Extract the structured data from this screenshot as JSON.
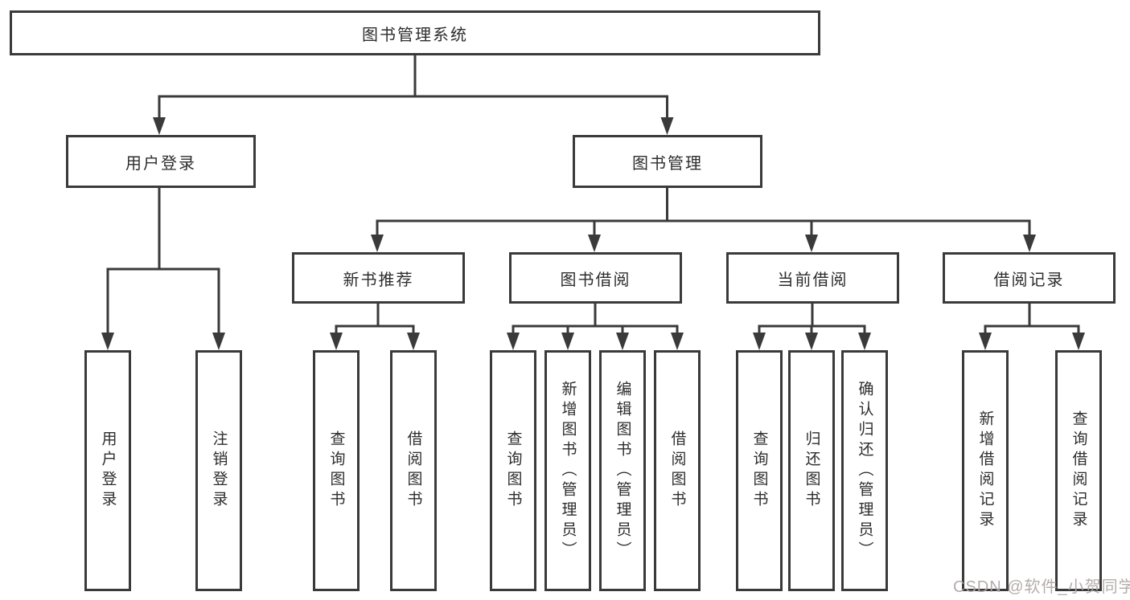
{
  "tree": {
    "root": "图书管理系统",
    "branches": [
      {
        "label": "用户登录",
        "children": [
          "用户登录",
          "注销登录"
        ]
      },
      {
        "label": "图书管理",
        "groups": [
          {
            "label": "新书推荐",
            "children": [
              "查询图书",
              "借阅图书"
            ]
          },
          {
            "label": "图书借阅",
            "children": [
              "查询图书",
              "新增图书（管理员）",
              "编辑图书（管理员）",
              "借阅图书"
            ]
          },
          {
            "label": "当前借阅",
            "children": [
              "查询图书",
              "归还图书",
              "确认归还（管理员）"
            ]
          },
          {
            "label": "借阅记录",
            "children": [
              "新增借阅记录",
              "查询借阅记录"
            ]
          }
        ]
      }
    ]
  },
  "watermark": "CSDN @软件_小贺同学",
  "colors": {
    "line": "#3a3a3a",
    "text": "#2d2d2d",
    "watermark": "#b2a8a8",
    "background": "#ffffff"
  }
}
